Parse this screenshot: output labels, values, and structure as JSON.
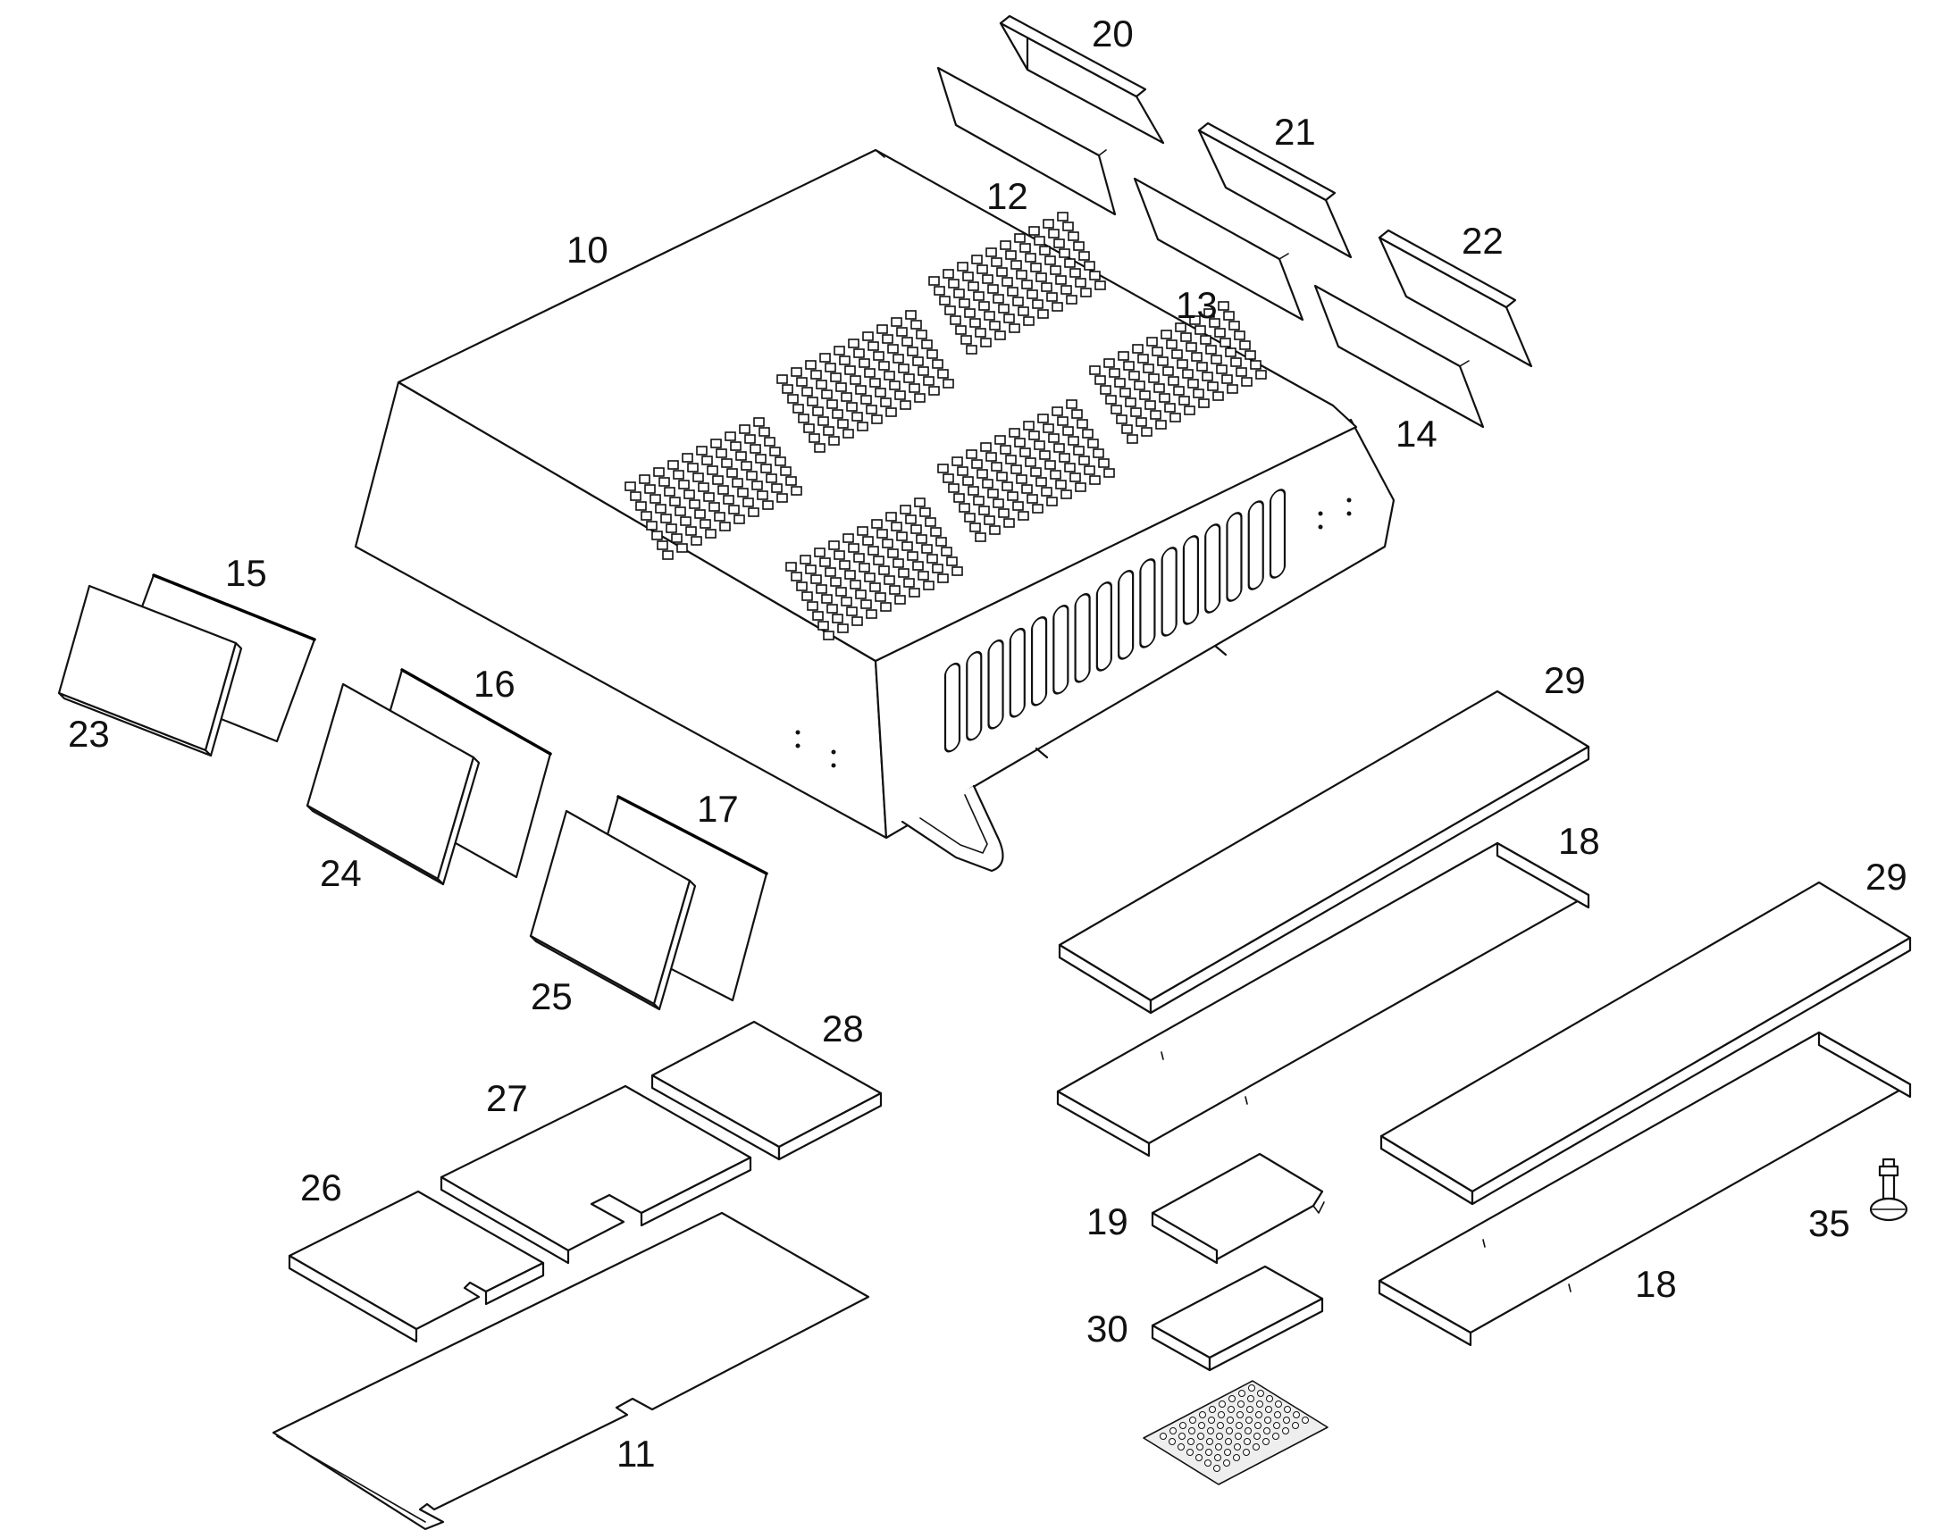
{
  "labels": {
    "p10": "10",
    "p11": "11",
    "p12": "12",
    "p13": "13",
    "p14": "14",
    "p15": "15",
    "p16": "16",
    "p17": "17",
    "p18a": "18",
    "p18b": "18",
    "p19": "19",
    "p20": "20",
    "p21": "21",
    "p22": "22",
    "p23": "23",
    "p24": "24",
    "p25": "25",
    "p26": "26",
    "p27": "27",
    "p28": "28",
    "p29a": "29",
    "p29b": "29",
    "p30": "30",
    "p35": "35"
  }
}
